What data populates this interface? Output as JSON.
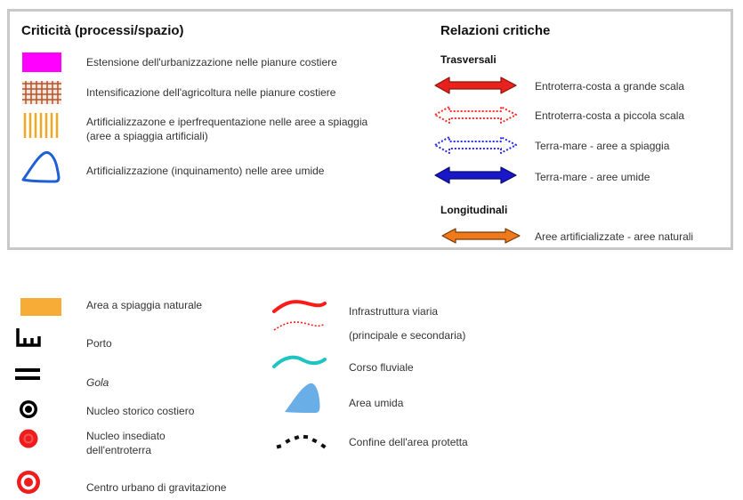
{
  "criticita": {
    "title": "Criticità (processi/spazio)",
    "items": [
      {
        "label": "Estensione dell'urbanizzazione nelle pianure costiere",
        "symbol": "magenta-rect",
        "color": "#ff00ff"
      },
      {
        "label": "Intensificazione dell'agricoltura nelle pianure costiere",
        "symbol": "brown-grid",
        "color": "#b5522b"
      },
      {
        "label": "Artificializzazone e iperfrequentazione nelle aree a spiaggia",
        "label2": "(aree a spiaggia artificiali)",
        "symbol": "orange-stripes",
        "color": "#f5a623"
      },
      {
        "label": "Artificializzazione (inquinamento) nelle aree umide",
        "symbol": "blue-outline-shape",
        "color": "#1f5fd6"
      }
    ]
  },
  "relazioni": {
    "title": "Relazioni critiche",
    "trasversali_title": "Trasversali",
    "trasversali": [
      {
        "label": "Entroterra-costa a grande scala",
        "style": "solid",
        "fill": "#e8211c",
        "stroke": "#8a1510"
      },
      {
        "label": "Entroterra-costa a piccola scala",
        "style": "dotted",
        "stroke": "#ff2a2a"
      },
      {
        "label": "Terra-mare - aree a spiaggia",
        "style": "dotted",
        "stroke": "#2a2ae0"
      },
      {
        "label": "Terra-mare - aree umide",
        "style": "solid",
        "fill": "#1818c8",
        "stroke": "#0a0a70"
      }
    ],
    "longitudinali_title": "Longitudinali",
    "longitudinali": [
      {
        "label": "Aree artificializzate - aree naturali",
        "style": "solid",
        "fill": "#ee7a1c",
        "stroke": "#7a3a08"
      }
    ]
  },
  "legend_left": [
    {
      "label": "Area a spiaggia naturale",
      "symbol": "orange-rect",
      "color": "#f7ac37"
    },
    {
      "label": "Porto",
      "symbol": "port-symbol"
    },
    {
      "label": "Gola",
      "symbol": "double-bar",
      "italic": true
    },
    {
      "label": "Nucleo storico costiero",
      "symbol": "black-target"
    },
    {
      "label": "Nucleo insediato",
      "label2": "dell'entroterra",
      "symbol": "red-dot"
    },
    {
      "label": "Centro urbano di gravitazione",
      "symbol": "red-target"
    }
  ],
  "legend_right": [
    {
      "label": "Infrastruttura viaria",
      "label2": "(principale e secondaria)",
      "symbol": "road-curves",
      "color": "#ff1a1a"
    },
    {
      "label": "Corso fluviale",
      "symbol": "river-curve",
      "color": "#1ec3c3"
    },
    {
      "label": "Area umida",
      "symbol": "wetland-shape",
      "color": "#6aaee8"
    },
    {
      "label": "Confine dell'area protetta",
      "symbol": "protected-boundary",
      "color": "#111111"
    }
  ]
}
